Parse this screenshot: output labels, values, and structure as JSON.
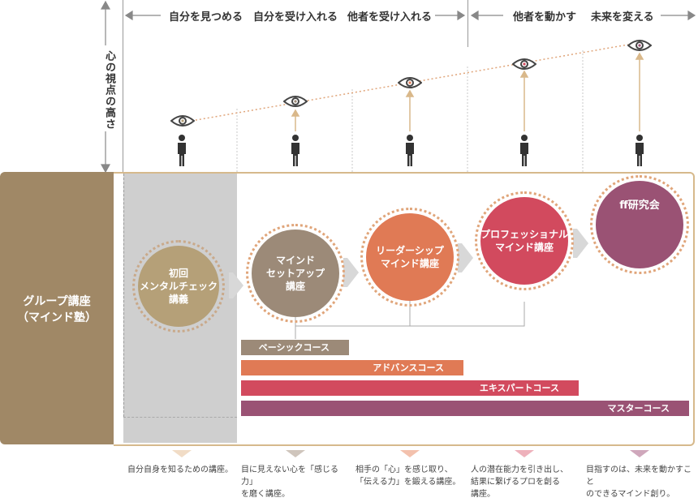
{
  "stages": {
    "know_self": "自分を見つめる",
    "accept_self": "自分を受け入れる",
    "accept_others": "他者を受け入れる",
    "move_others": "他者を動かす",
    "change_future": "未来を変える"
  },
  "axis_label": "心の視点の高さ",
  "side_label": {
    "line1": "グループ講座",
    "line2": "（マインド塾）"
  },
  "courses": [
    {
      "line1": "初回",
      "line2": "メンタルチェック",
      "line3": "講義",
      "color": "#b5a078"
    },
    {
      "line1": "マインド",
      "line2": "セットアップ",
      "line3": "講座",
      "color": "#9c8a78"
    },
    {
      "line1": "リーダーシップ",
      "line2": "マインド講座",
      "line3": "",
      "color": "#e07a55"
    },
    {
      "line1": "プロフェッショナル",
      "line2": "マインド講座",
      "line3": "",
      "color": "#d24a5e"
    },
    {
      "line1": "ff研究会",
      "line2": "",
      "line3": "",
      "color": "#9a5274"
    }
  ],
  "bars": [
    {
      "label": "ベーシックコース",
      "color": "#9c8a78"
    },
    {
      "label": "アドバンスコース",
      "color": "#e07a55"
    },
    {
      "label": "エキスパートコース",
      "color": "#d24a5e"
    },
    {
      "label": "マスターコース",
      "color": "#9a5274"
    }
  ],
  "descriptions": [
    {
      "line1": "自分自身を知るための講座。",
      "line2": "",
      "line3": ""
    },
    {
      "line1": "目に見えない心を「感じる力」",
      "line2": "を磨く講座。",
      "line3": ""
    },
    {
      "line1": "相手の「心」を感じ取り、",
      "line2": "「伝える力」を鍛える講座。",
      "line3": ""
    },
    {
      "line1": "人の潜在能力を引き出し、",
      "line2": "結果に繋げるプロを創る",
      "line3": "講座。"
    },
    {
      "line1": "目指すのは、未来を動かすこと",
      "line2": "のできるマインド創り。",
      "line3": ""
    }
  ]
}
